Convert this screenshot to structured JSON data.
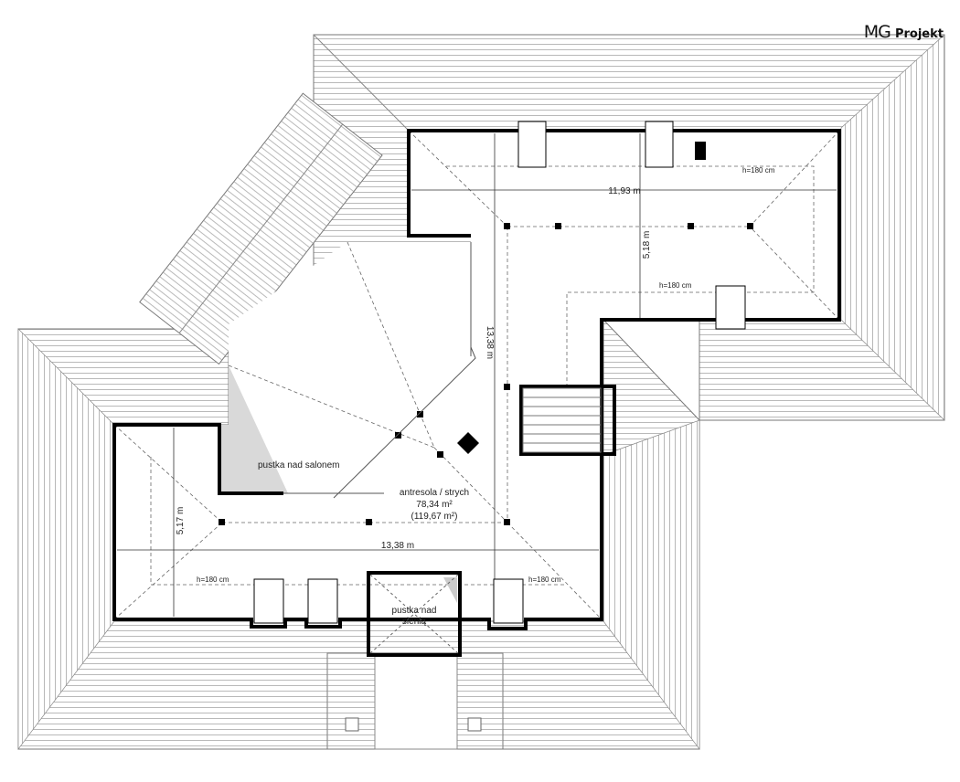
{
  "logo": {
    "brand": "MG",
    "suffix": "Projekt"
  },
  "rooms": {
    "main": {
      "name": "antresola / strych",
      "area": "78,34 m²",
      "area_total": "(119,67 m²)"
    },
    "void_living": "pustka nad salonem",
    "void_hall_line1": "pustka nad",
    "void_hall_line2": "sienią"
  },
  "dimensions": {
    "upper_width": "11,93 m",
    "upper_depth": "5,18 m",
    "total_depth": "13,38 m",
    "lower_width": "13,38 m",
    "lower_depth": "5,17 m"
  },
  "height_labels": {
    "upper_top": "h=180 cm",
    "upper_bottom": "h=180 cm",
    "lower_left": "h=180 cm",
    "lower_right": "h=180 cm"
  },
  "colors": {
    "wall": "#000000",
    "hatch": "#9a9a9a",
    "void": "#d9d9d9"
  }
}
